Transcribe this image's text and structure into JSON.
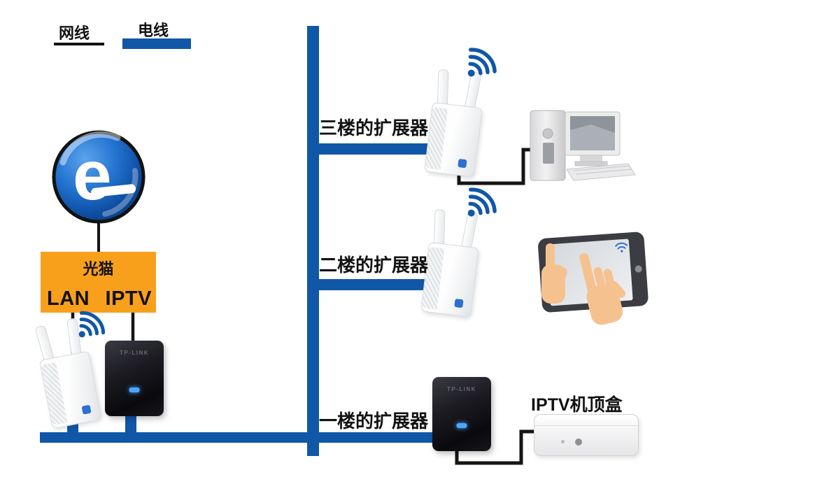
{
  "legend": {
    "network_cable_label": "网线",
    "power_line_label": "电线"
  },
  "modem": {
    "name": "光猫",
    "lan_port_label": "LAN",
    "iptv_port_label": "IPTV"
  },
  "floor_labels": {
    "floor3": "三楼的扩展器",
    "floor2": "二楼的扩展器",
    "floor1": "一楼的扩展器"
  },
  "iptv_box": {
    "label": "IPTV机顶盒"
  },
  "brand": {
    "powerline_adapter": "TP-LINK"
  },
  "icons": {
    "internet": "internet-explorer-globe",
    "internet_letter": "e",
    "wifi": "wifi-signal"
  },
  "colors": {
    "power_line_blue": "#1157A8",
    "network_cable_black": "#151515",
    "modem_orange": "#F8A01C",
    "wifi_blue": "#1157A8"
  }
}
